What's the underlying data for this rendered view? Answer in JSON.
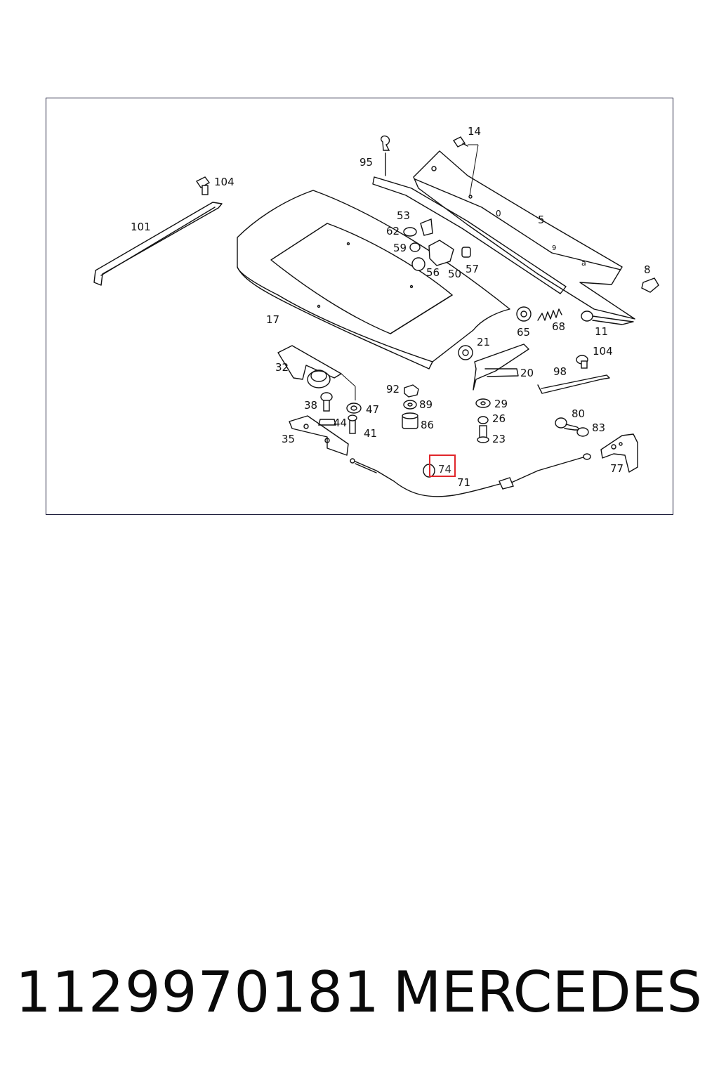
{
  "diagram": {
    "part_labels": {
      "p14": "14",
      "p95": "95",
      "p104a": "104",
      "p5": "5",
      "p101": "101",
      "p53": "53",
      "p62": "62",
      "p59": "59",
      "p56": "56",
      "p50": "50",
      "p57": "57",
      "p8": "8",
      "p17": "17",
      "p65": "65",
      "p68": "68",
      "p11": "11",
      "p21": "21",
      "p104b": "104",
      "p32": "32",
      "p20": "20",
      "p98": "98",
      "p92": "92",
      "p89": "89",
      "p86": "86",
      "p38": "38",
      "p47": "47",
      "p29": "29",
      "p26": "26",
      "p23": "23",
      "p44": "44",
      "p41": "41",
      "p35": "35",
      "p80": "80",
      "p83": "83",
      "p77": "77",
      "p74": "74",
      "p71": "71"
    },
    "highlighted_part": "74",
    "highlight_color": "#e0262b"
  },
  "caption": {
    "part_number": "1129970181",
    "brand": "MERCEDES"
  }
}
